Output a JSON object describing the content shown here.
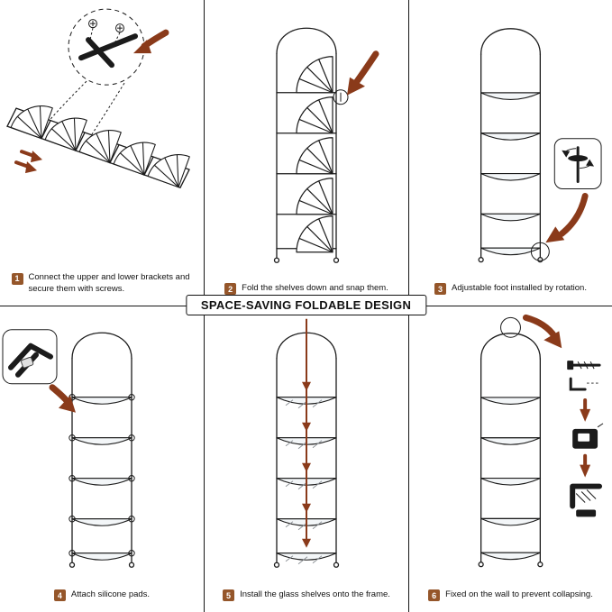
{
  "banner": {
    "text": "SPACE-SAVING FOLDABLE DESIGN"
  },
  "colors": {
    "accent_arrow": "#8a3a1a",
    "step_badge": "#95562a",
    "line": "#1b1b1b"
  },
  "steps": [
    {
      "num": "1",
      "text": "Connect the upper and lower brackets and secure them with screws."
    },
    {
      "num": "2",
      "text": "Fold the shelves down and snap them."
    },
    {
      "num": "3",
      "text": "Adjustable foot installed by rotation."
    },
    {
      "num": "4",
      "text": "Attach silicone pads."
    },
    {
      "num": "5",
      "text": "Install the glass shelves onto the frame."
    },
    {
      "num": "6",
      "text": "Fixed on the wall to prevent collapsing."
    }
  ]
}
